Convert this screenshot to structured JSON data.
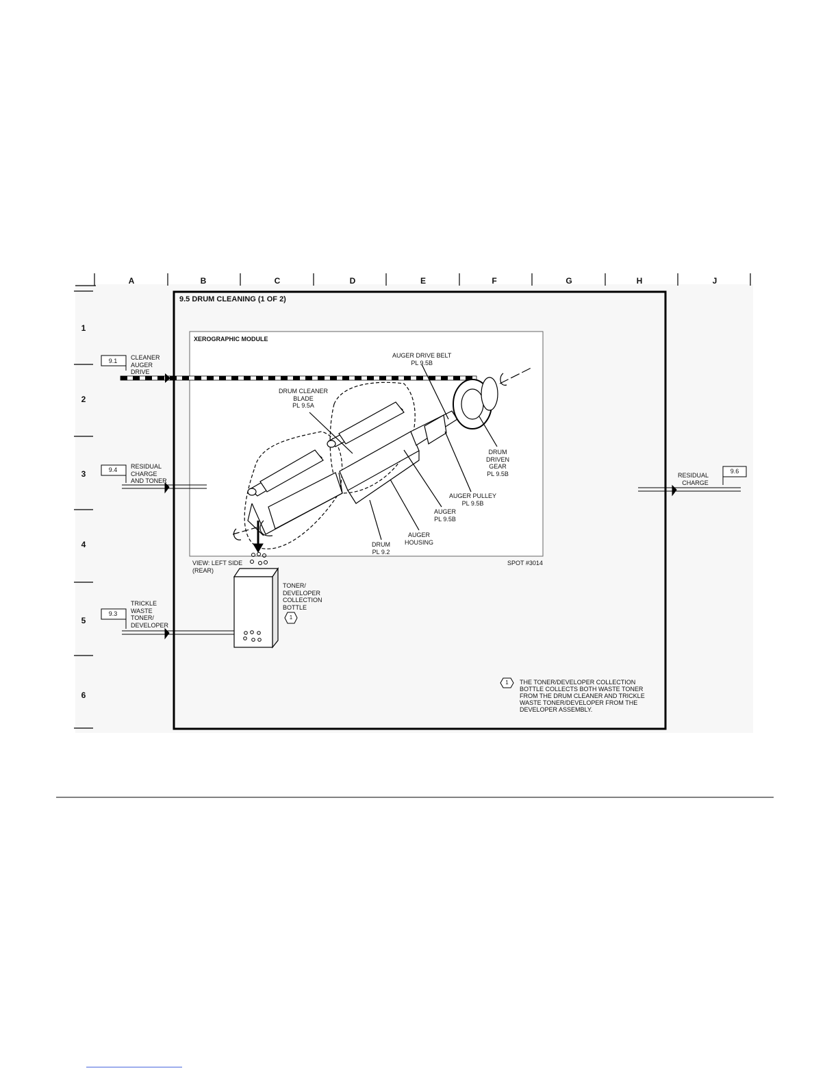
{
  "grid": {
    "columns": [
      "A",
      "B",
      "C",
      "D",
      "E",
      "F",
      "G",
      "H",
      "J"
    ],
    "rows": [
      "1",
      "2",
      "3",
      "4",
      "5",
      "6"
    ]
  },
  "frame": {
    "title": "9.5 DRUM CLEANING (1 OF 2)"
  },
  "module": {
    "title": "XEROGRAPHIC MODULE",
    "view_line1": "VIEW:  LEFT SIDE",
    "view_line2": "(REAR)",
    "spot": "SPOT #3014"
  },
  "connectors": {
    "cleaner_auger_drive": {
      "ref": "9.1",
      "lines": [
        "CLEANER",
        "AUGER",
        "DRIVE"
      ]
    },
    "residual_charge_and_toner": {
      "ref": "9.4",
      "lines": [
        "RESIDUAL",
        "CHARGE",
        "AND TONER"
      ]
    },
    "trickle_waste": {
      "ref": "9.3",
      "lines": [
        "TRICKLE",
        "WASTE",
        "TONER/",
        "DEVELOPER"
      ]
    },
    "residual_charge_out": {
      "ref": "9.6",
      "lines": [
        "RESIDUAL",
        "CHARGE"
      ]
    }
  },
  "callouts": {
    "auger_drive_belt": [
      "AUGER DRIVE BELT",
      "PL 9.5B"
    ],
    "drum_cleaner_blade": [
      "DRUM CLEANER",
      "BLADE",
      "PL 9.5A"
    ],
    "drum_driven_gear": [
      "DRUM",
      "DRIVEN",
      "GEAR",
      "PL 9.5B"
    ],
    "auger_pulley": [
      "AUGER PULLEY",
      "PL 9.5B"
    ],
    "auger": [
      "AUGER",
      "PL 9.5B"
    ],
    "auger_housing": [
      "AUGER",
      "HOUSING"
    ],
    "drum": [
      "DRUM",
      "PL 9.2"
    ],
    "bottle": [
      "TONER/",
      "DEVELOPER",
      "COLLECTION",
      "BOTTLE"
    ]
  },
  "note": {
    "number": "1",
    "lines": [
      "THE TONER/DEVELOPER COLLECTION",
      "BOTTLE COLLECTS BOTH WASTE TONER",
      "FROM THE DRUM CLEANER AND TRICKLE",
      "WASTE TONER/DEVELOPER FROM THE",
      "DEVELOPER ASSEMBLY."
    ]
  }
}
